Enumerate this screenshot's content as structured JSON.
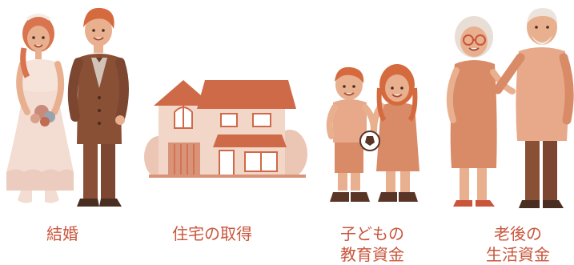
{
  "panels": [
    {
      "id": "wedding",
      "lines": [
        "結婚"
      ]
    },
    {
      "id": "house",
      "lines": [
        "住宅の取得"
      ]
    },
    {
      "id": "children",
      "lines": [
        "子どもの",
        "教育資金"
      ]
    },
    {
      "id": "elderly",
      "lines": [
        "老後の",
        "生活資金"
      ]
    }
  ],
  "colors": {
    "caption": "#c9553b",
    "skin": "#e8b08f",
    "hair_orange": "#d66a3f",
    "suit_brown": "#8a5036",
    "dress_cream": "#f3dcd1",
    "roof": "#cf6a48",
    "wall": "#f2d6c8"
  },
  "icons": [
    "bride-icon",
    "groom-icon",
    "house-icon",
    "boy-icon",
    "girl-icon",
    "soccer-ball-icon",
    "grandmother-icon",
    "grandfather-icon"
  ]
}
